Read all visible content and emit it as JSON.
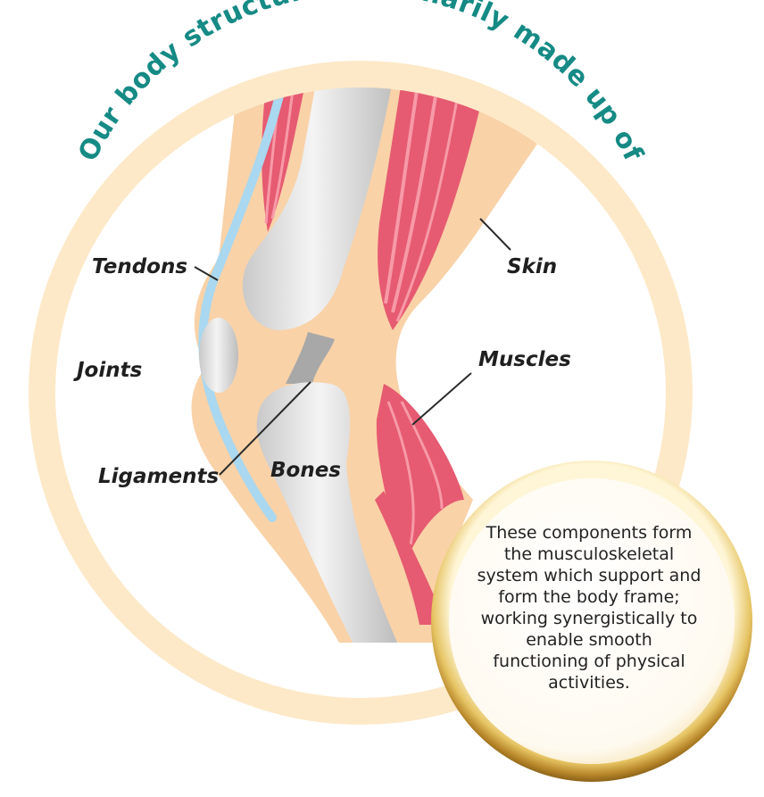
{
  "title": "Our body structure is primarily made up of",
  "labels": {
    "tendons": "Tendons",
    "joints": "Joints",
    "ligaments": "Ligaments",
    "bones": "Bones",
    "skin": "Skin",
    "muscles": "Muscles"
  },
  "info": {
    "lines": [
      "These components form",
      "the musculoskeletal",
      "system which support and",
      "form the body frame;",
      "working synergistically to",
      "enable smooth",
      "functioning of physical",
      "activities."
    ]
  },
  "colors": {
    "title": "#168a85",
    "ring": "#fbe8c6",
    "skin": "#f8cfa5",
    "muscle": "#e45a70",
    "bone": "#d9d9d9",
    "tendon": "#a9d8f0",
    "gold": "#c8a23c"
  }
}
